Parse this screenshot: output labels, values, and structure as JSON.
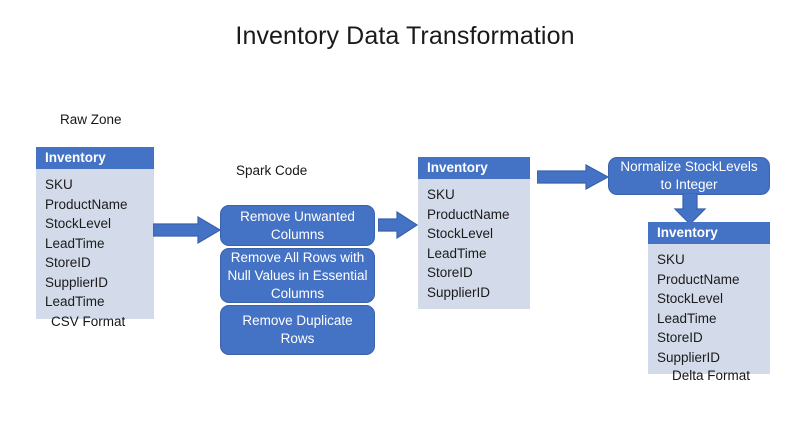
{
  "title": "Inventory Data Transformation",
  "colors": {
    "accent": "#4472C4",
    "table_body": "#D3DBEB",
    "header_text": "#FFFFFF",
    "arrow_fill": "#4472C4",
    "arrow_stroke": "#3A62AD",
    "text": "#1a1a1a",
    "background": "#FFFFFF"
  },
  "labels": {
    "raw_zone": "Raw Zone",
    "csv_format": "CSV Format",
    "spark_code": "Spark Code",
    "delta_format": "Delta Format"
  },
  "tables": {
    "raw": {
      "header": "Inventory",
      "rows": [
        "SKU",
        "ProductName",
        "StockLevel",
        "LeadTime",
        "StoreID",
        "SupplierID",
        "LeadTime"
      ]
    },
    "cleaned": {
      "header": "Inventory",
      "rows": [
        "SKU",
        "ProductName",
        "StockLevel",
        "LeadTime",
        "StoreID",
        "SupplierID"
      ]
    },
    "delta": {
      "header": "Inventory",
      "rows": [
        "SKU",
        "ProductName",
        "StockLevel",
        "LeadTime",
        "StoreID",
        "SupplierID"
      ]
    }
  },
  "processes": {
    "remove_unwanted_columns": "Remove Unwanted Columns",
    "remove_null_rows": "Remove All Rows with Null Values in Essential Columns",
    "remove_duplicate_rows": "Remove Duplicate Rows",
    "normalize_stocklevels": "Normalize StockLevels to Integer"
  },
  "arrows": {
    "raw_to_spark": "arrow-right",
    "spark_to_cleaned": "arrow-right",
    "cleaned_to_normalize": "arrow-right",
    "normalize_to_delta": "arrow-down"
  }
}
